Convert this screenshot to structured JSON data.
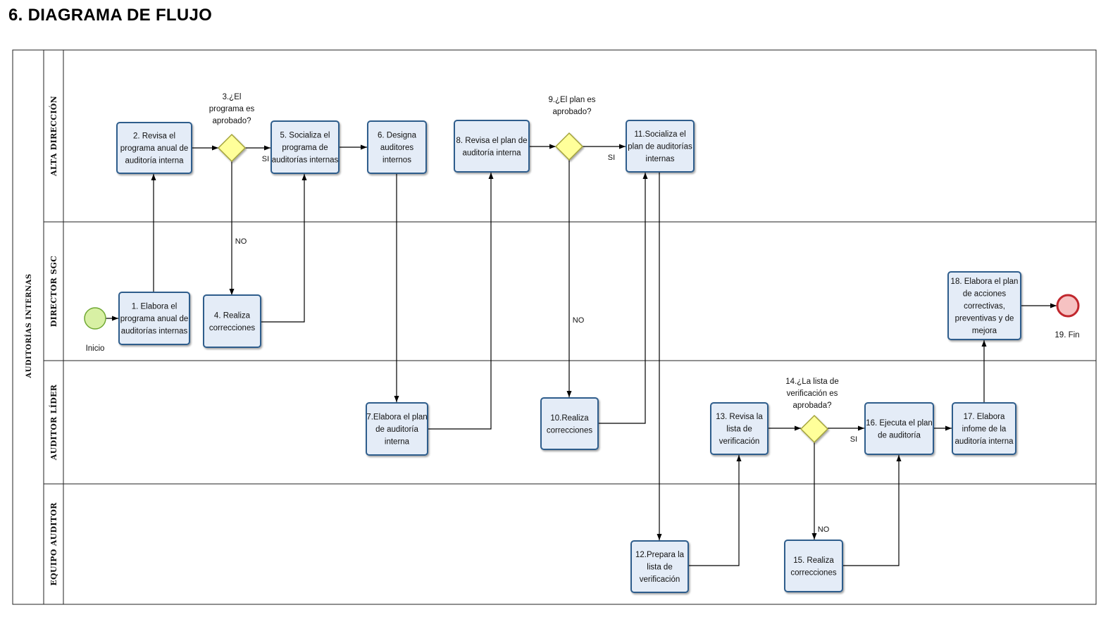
{
  "title": "6.  DIAGRAMA DE FLUJO",
  "pool": "AUDITORÍAS INTERNAS",
  "lanes": [
    "ALTA DIRECCIÓN",
    "DIRECTOR SGC",
    "AUDITOR LÍDER",
    "EQUIPO AUDITOR"
  ],
  "nodes": [
    {
      "id": "n1",
      "type": "task",
      "lines": [
        "1. Elabora el",
        "programa anual de",
        "auditorías internas"
      ]
    },
    {
      "id": "n2",
      "type": "task",
      "lines": [
        "2. Revisa el",
        "programa anual de",
        "auditoría interna"
      ]
    },
    {
      "id": "n3",
      "type": "gateway",
      "lines": [
        "3.¿El",
        "programa es",
        "aprobado?"
      ]
    },
    {
      "id": "n4",
      "type": "task",
      "lines": [
        "4. Realiza",
        "correcciones"
      ]
    },
    {
      "id": "n5",
      "type": "task",
      "lines": [
        "5. Socializa el",
        "programa de",
        "auditorías internas"
      ]
    },
    {
      "id": "n6",
      "type": "task",
      "lines": [
        "6. Designa",
        "auditores",
        "internos"
      ]
    },
    {
      "id": "n7",
      "type": "task",
      "lines": [
        "7.Elabora el plan",
        "de auditoría",
        "interna"
      ]
    },
    {
      "id": "n8",
      "type": "task",
      "lines": [
        "8. Revisa el plan de",
        "auditoría interna"
      ]
    },
    {
      "id": "n9",
      "type": "gateway",
      "lines": [
        "9.¿El plan es",
        "aprobado?"
      ]
    },
    {
      "id": "n10",
      "type": "task",
      "lines": [
        "10.Realiza",
        "correcciones"
      ]
    },
    {
      "id": "n11",
      "type": "task",
      "lines": [
        "11.Socializa el",
        "plan de auditorías",
        "internas"
      ]
    },
    {
      "id": "n12",
      "type": "task",
      "lines": [
        "12.Prepara la",
        "lista de",
        "verificación"
      ]
    },
    {
      "id": "n13",
      "type": "task",
      "lines": [
        "13. Revisa la",
        "lista de",
        "verificación"
      ]
    },
    {
      "id": "n14",
      "type": "gateway",
      "lines": [
        "14.¿La lista de",
        "verificación es",
        "aprobada?"
      ]
    },
    {
      "id": "n15",
      "type": "task",
      "lines": [
        "15. Realiza",
        "correcciones"
      ]
    },
    {
      "id": "n16",
      "type": "task",
      "lines": [
        "16. Ejecuta el plan",
        "de auditoría"
      ]
    },
    {
      "id": "n17",
      "type": "task",
      "lines": [
        "17. Elabora",
        "infome de la",
        "auditoría interna"
      ]
    },
    {
      "id": "n18",
      "type": "task",
      "lines": [
        "18. Elabora el plan",
        "de acciones",
        "correctivas,",
        "preventivas y de",
        "mejora"
      ]
    },
    {
      "id": "start",
      "type": "start",
      "lines": [
        "Inicio"
      ]
    },
    {
      "id": "end",
      "type": "end",
      "lines": [
        "19. Fin"
      ]
    }
  ],
  "edge_labels": {
    "yes": "SI",
    "no": "NO"
  },
  "colors": {
    "task_fill": "#e4ecf7",
    "task_stroke": "#2e5d8c",
    "gateway_fill": "#ffff9a",
    "gateway_stroke": "#a3a33a",
    "start_fill": "#d8f0a4",
    "start_stroke": "#6fa832",
    "end_fill": "#f6c2c2",
    "end_stroke": "#c0272d",
    "line": "#000000"
  }
}
